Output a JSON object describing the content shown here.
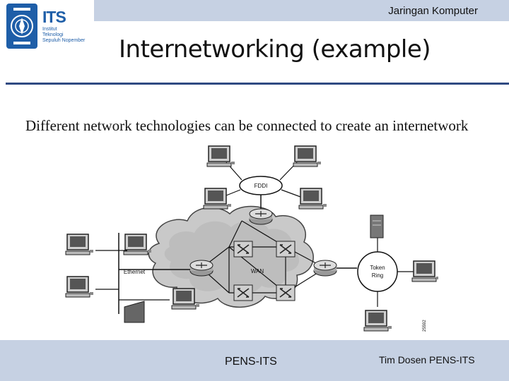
{
  "header": {
    "course_title": "Jaringan Komputer",
    "logo": {
      "name": "ITS",
      "line1": "Institut",
      "line2": "Teknologi",
      "line3": "Sepuluh Nopember"
    }
  },
  "slide": {
    "title": "Internetworking (example)",
    "body": "Different network technologies can be connected to create an internetwork"
  },
  "diagram": {
    "labels": {
      "fddi": "FDDI",
      "wan": "WAN",
      "ethernet": "Ethernet",
      "token_ring_line1": "Token",
      "token_ring_line2": "Ring",
      "figure_number": "25592"
    }
  },
  "footer": {
    "center": "PENS-ITS",
    "right": "Tim Dosen PENS-ITS"
  },
  "colors": {
    "bar": "#c6d1e3",
    "rule": "#2f4a82",
    "logo_blue": "#1e5ea8"
  }
}
